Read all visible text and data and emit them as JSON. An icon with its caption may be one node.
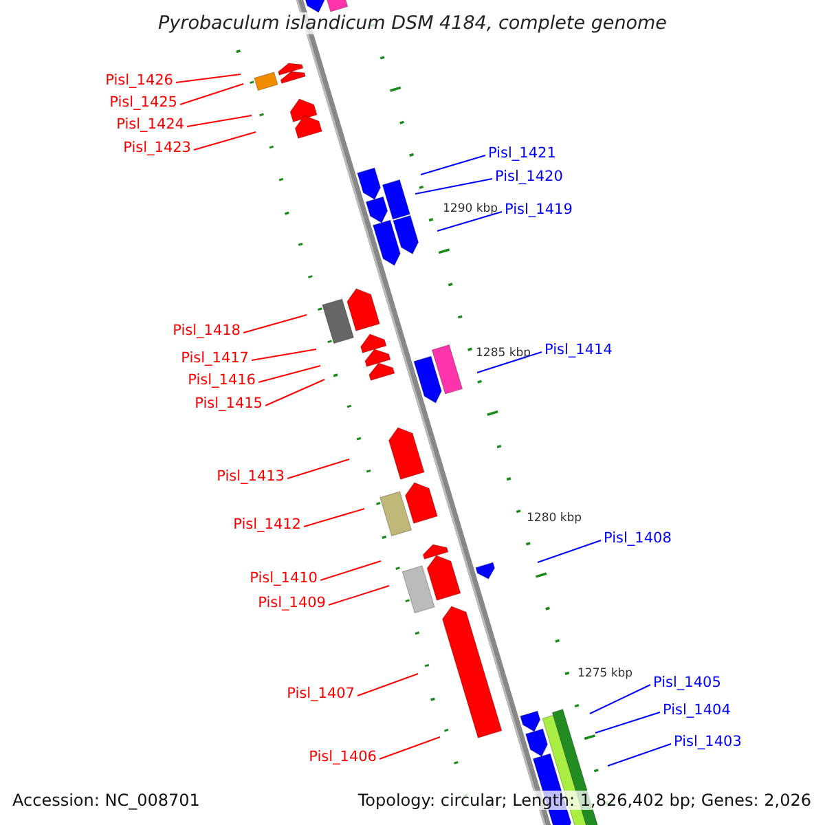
{
  "diagram": {
    "title": "Pyrobaculum islandicum DSM 4184, complete genome",
    "nodes": [
      {
        "text": [
          "Pisl_1426"
        ]
      },
      {
        "text": [
          "Pisl_1425"
        ]
      },
      {
        "text": [
          "Pisl_1424"
        ]
      },
      {
        "text": [
          "Pisl_1423"
        ]
      },
      {
        "text": [
          "Pisl_1421"
        ]
      },
      {
        "text": [
          "Pisl_1420"
        ]
      },
      {
        "text": [
          "Pisl_1419"
        ]
      },
      {
        "text": [
          "Pisl_1418"
        ]
      },
      {
        "text": [
          "Pisl_1417"
        ]
      },
      {
        "text": [
          "Pisl_1416"
        ]
      },
      {
        "text": [
          "Pisl_1415"
        ]
      },
      {
        "text": [
          "Pisl_1414"
        ]
      },
      {
        "text": [
          "Pisl_1413"
        ]
      },
      {
        "text": [
          "Pisl_1412"
        ]
      },
      {
        "text": [
          "Pisl_1408"
        ]
      },
      {
        "text": [
          "Pisl_1410"
        ]
      },
      {
        "text": [
          "Pisl_1409"
        ]
      },
      {
        "text": [
          "Pisl_1407"
        ]
      },
      {
        "text": [
          "Pisl_1406"
        ]
      },
      {
        "text": [
          "Pisl_1405"
        ]
      },
      {
        "text": [
          "Pisl_1404"
        ]
      },
      {
        "text": [
          "Pisl_1403"
        ]
      }
    ],
    "edges": [
      {
        "from": 0,
        "to": null,
        "arrow": "none"
      },
      {
        "from": 1,
        "to": null,
        "arrow": "none"
      },
      {
        "from": 2,
        "to": null,
        "arrow": "none"
      },
      {
        "from": 3,
        "to": null,
        "arrow": "none"
      },
      {
        "from": 4,
        "to": null,
        "arrow": "none",
        "color": "#0000ff"
      },
      {
        "from": 5,
        "to": null,
        "arrow": "none",
        "color": "#0000ff"
      },
      {
        "from": 6,
        "to": null,
        "arrow": "none",
        "color": "#0000ff"
      },
      {
        "from": 7,
        "to": null,
        "arrow": "none"
      },
      {
        "from": 8,
        "to": null,
        "arrow": "none"
      },
      {
        "from": 9,
        "to": null,
        "arrow": "none"
      },
      {
        "from": 10,
        "to": null,
        "arrow": "none"
      },
      {
        "from": 11,
        "to": null,
        "arrow": "none",
        "color": "#0000ff"
      },
      {
        "from": 12,
        "to": null,
        "arrow": "none"
      },
      {
        "from": 13,
        "to": null,
        "arrow": "none"
      },
      {
        "from": 14,
        "to": null,
        "arrow": "none",
        "color": "#0000ff"
      },
      {
        "from": 15,
        "to": null,
        "arrow": "none"
      },
      {
        "from": 16,
        "to": null,
        "arrow": "none"
      },
      {
        "from": 17,
        "to": null,
        "arrow": "none"
      },
      {
        "from": 18,
        "to": null,
        "arrow": "none"
      },
      {
        "from": 19,
        "to": null,
        "arrow": "none",
        "color": "#0000ff"
      },
      {
        "from": 20,
        "to": null,
        "arrow": "none",
        "color": "#0000ff"
      },
      {
        "from": 21,
        "to": null,
        "arrow": "none",
        "color": "#0000ff"
      }
    ],
    "labels": [
      "1290 kbp",
      "1285 kbp",
      "1280 kbp",
      "1275 kbp",
      "Accession: NC_008701",
      "Topology: circular; Length: 1,826,402 bp; Genes: 2,026"
    ]
  }
}
